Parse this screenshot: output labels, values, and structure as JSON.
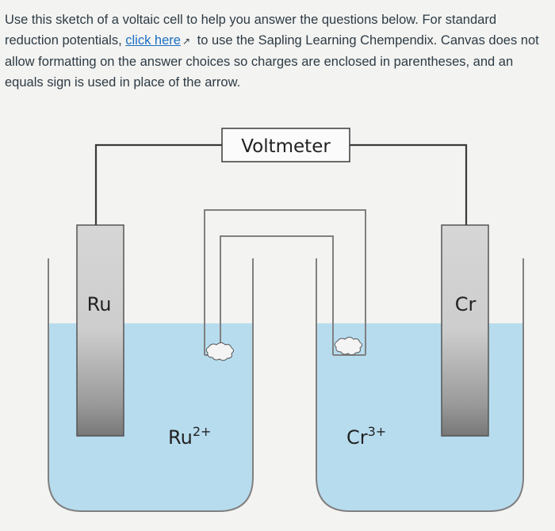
{
  "instructions": {
    "part1": "Use this sketch of a voltaic cell to help you answer the questions below.  For standard reduction potentials, ",
    "link_text": "click here",
    "link_icon": "external-link-icon",
    "part2": " to use the Sapling Learning Chempendix.  Canvas does not allow formatting on the answer choices so charges are enclosed in parentheses, and an equals sign is used in place of the arrow."
  },
  "diagram": {
    "voltmeter_label": "Voltmeter",
    "left_electrode_label": "Ru",
    "right_electrode_label": "Cr",
    "left_solution_ion": "Ru",
    "left_solution_charge": "2+",
    "right_solution_ion": "Cr",
    "right_solution_charge": "3+",
    "colors": {
      "solution": "#b7dcee",
      "wire": "#3a3a3a",
      "beaker_outline": "#808080",
      "electrode": "#c6c6c6"
    }
  }
}
